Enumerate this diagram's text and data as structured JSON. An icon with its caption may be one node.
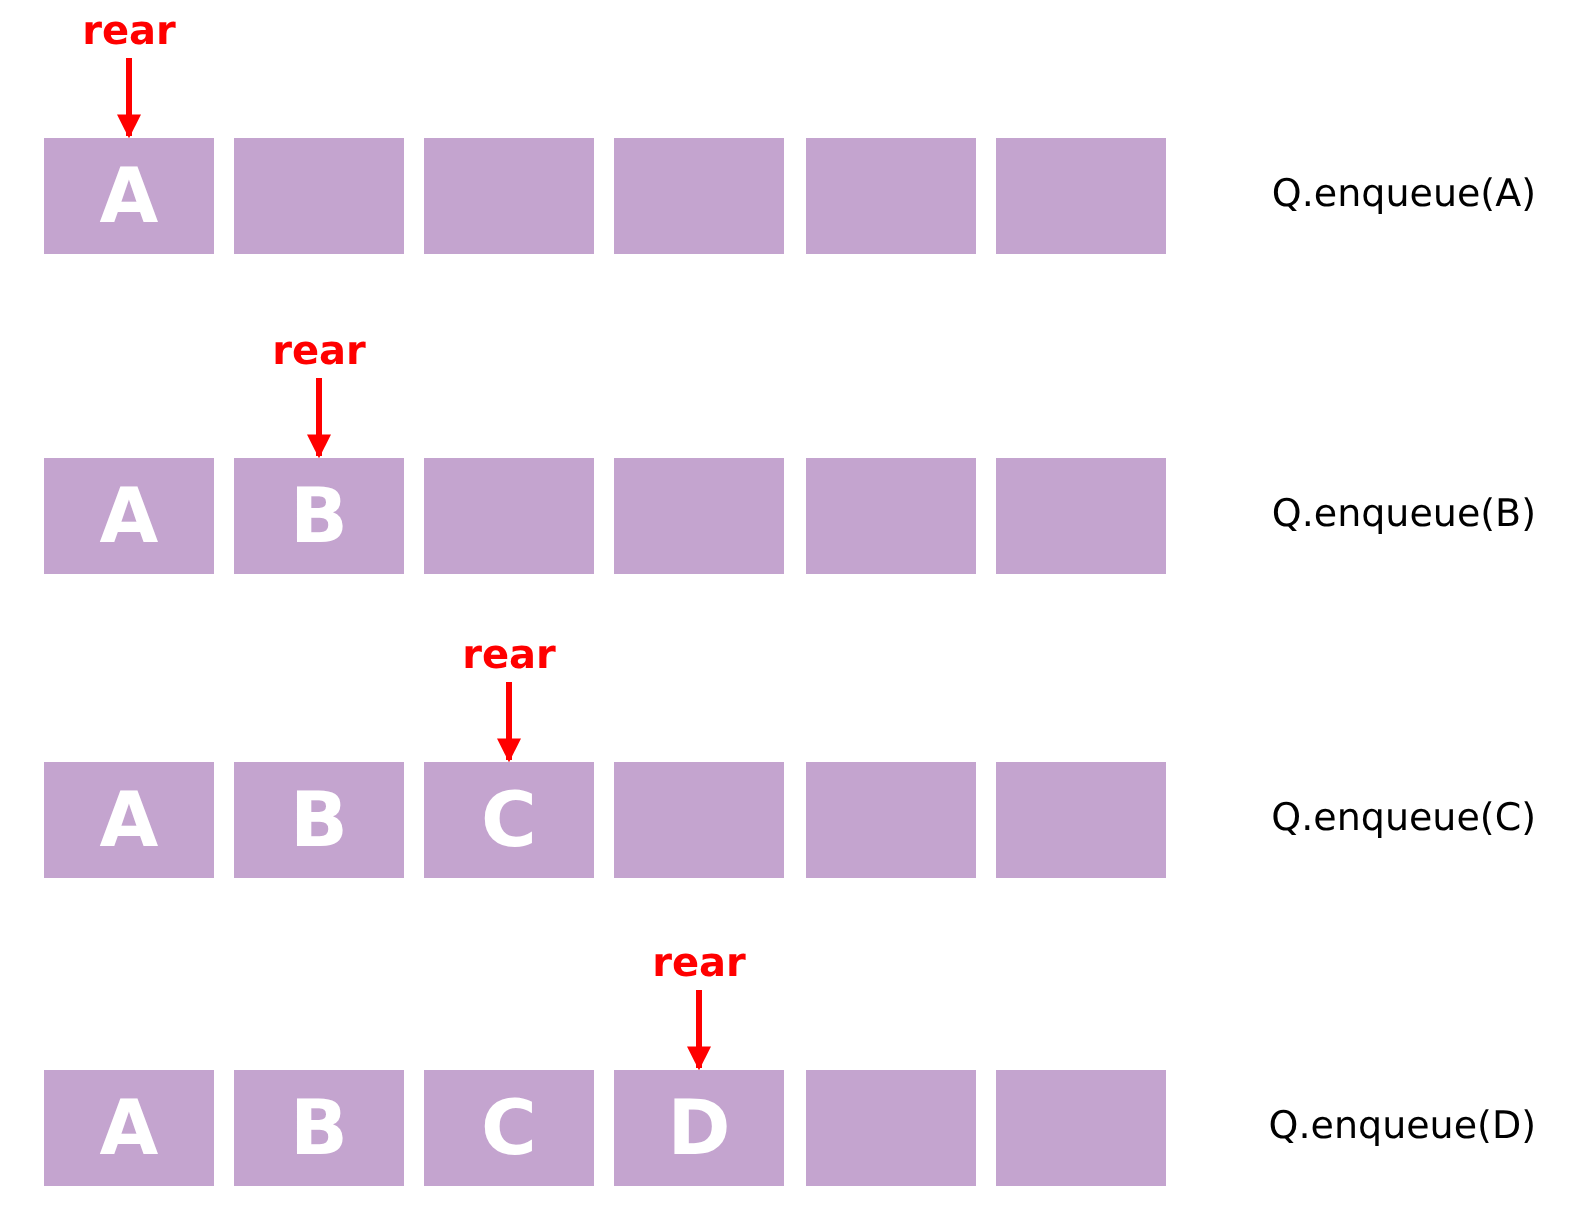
{
  "diagram": {
    "nodes": [
      {
        "text": [
          "rear"
        ]
      },
      {
        "text": [
          "A"
        ]
      },
      {
        "text": [],
        "shape": "box"
      },
      {
        "text": [],
        "shape": "box"
      },
      {
        "text": [],
        "shape": "box"
      },
      {
        "text": [],
        "shape": "box"
      },
      {
        "text": [],
        "shape": "box"
      },
      {
        "text": [
          "rear"
        ]
      },
      {
        "text": [
          "A"
        ]
      },
      {
        "text": [
          "B"
        ]
      },
      {
        "text": [],
        "shape": "box"
      },
      {
        "text": [],
        "shape": "box"
      },
      {
        "text": [],
        "shape": "box"
      },
      {
        "text": [],
        "shape": "box"
      },
      {
        "text": [
          "rear"
        ]
      },
      {
        "text": [
          "A"
        ]
      },
      {
        "text": [
          "B"
        ]
      },
      {
        "text": [
          "C"
        ]
      },
      {
        "text": [],
        "shape": "box"
      },
      {
        "text": [],
        "shape": "box"
      },
      {
        "text": [],
        "shape": "box"
      },
      {
        "text": [
          "rear"
        ]
      },
      {
        "text": [
          "A"
        ]
      },
      {
        "text": [
          "B"
        ]
      },
      {
        "text": [
          "C"
        ]
      },
      {
        "text": [
          "D"
        ]
      },
      {
        "text": [],
        "shape": "box"
      },
      {
        "text": [],
        "shape": "box"
      }
    ],
    "edges": [
      {
        "from": 0,
        "to": 1,
        "arrow": "to"
      },
      {
        "from": 7,
        "to": 9,
        "arrow": "to"
      },
      {
        "from": 14,
        "to": 17,
        "arrow": "to"
      },
      {
        "from": 21,
        "to": 25,
        "arrow": "to"
      }
    ],
    "labels": [
      "Q.enqueue(A)",
      "Q.enqueue(B)",
      "Q.enqueue(C)",
      "Q.enqueue(D)"
    ]
  }
}
